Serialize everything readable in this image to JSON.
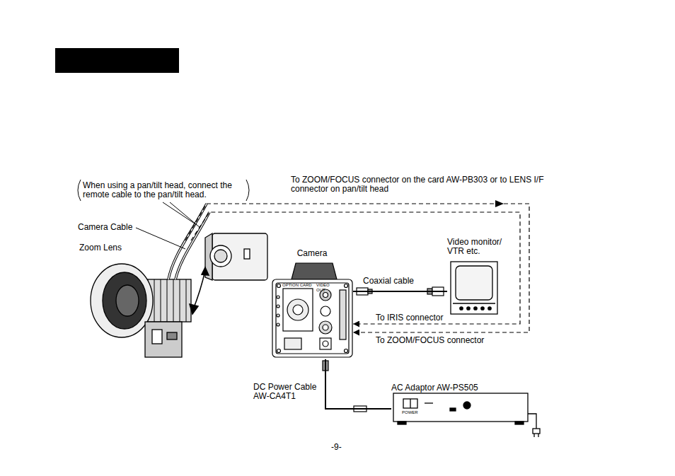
{
  "diagram": {
    "nodes": [
      {
        "text": [
          "Zoom Lens"
        ]
      },
      {
        "text": [
          "Camera"
        ]
      },
      {
        "text": [
          "Video monitor/ VTR etc."
        ]
      },
      {
        "text": [
          "AC Adaptor AW-PS505"
        ]
      }
    ],
    "edges": [
      {
        "from": 0,
        "to": 1,
        "arrow": "to",
        "label": "To ZOOM/FOCUS connector"
      },
      {
        "from": 0,
        "to": 1,
        "arrow": "to",
        "label": "To IRIS connector"
      },
      {
        "from": 1,
        "to": 2,
        "arrow": "none",
        "label": "Coaxial cable"
      },
      {
        "from": 1,
        "to": 3,
        "arrow": "none",
        "label": "DC Power Cable AW-CA4T1"
      }
    ],
    "labels": [
      "When using a pan/tilt head, connect the remote cable to the pan/tilt head.",
      "To ZOOM/FOCUS connector on the card AW-PB303 or to LENS I/F connector on pan/tilt head",
      "Camera Cable",
      "OPTION CARD",
      "VIDEO OUT",
      "POWER",
      "-9-"
    ]
  }
}
